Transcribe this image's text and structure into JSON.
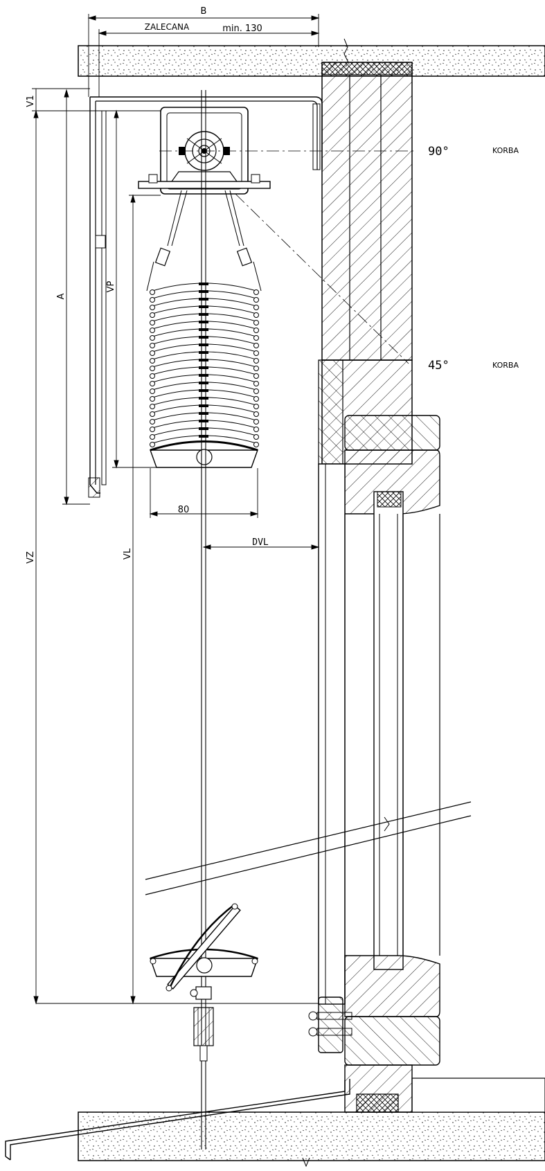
{
  "dimensions": {
    "b": "B",
    "zalecana": "ZALECANA",
    "min130": "min. 130",
    "v1": "V1",
    "a": "A",
    "vp": "VP",
    "vz": "VZ",
    "vl": "VL",
    "width80": "80",
    "dvl": "DVL"
  },
  "angles": {
    "a90": "90°",
    "a45": "45°"
  },
  "labels": {
    "korba_top": "KORBA",
    "korba_bottom": "KORBA"
  },
  "colors": {
    "line": "#000000",
    "background": "#ffffff",
    "concrete": "#ffffff"
  }
}
